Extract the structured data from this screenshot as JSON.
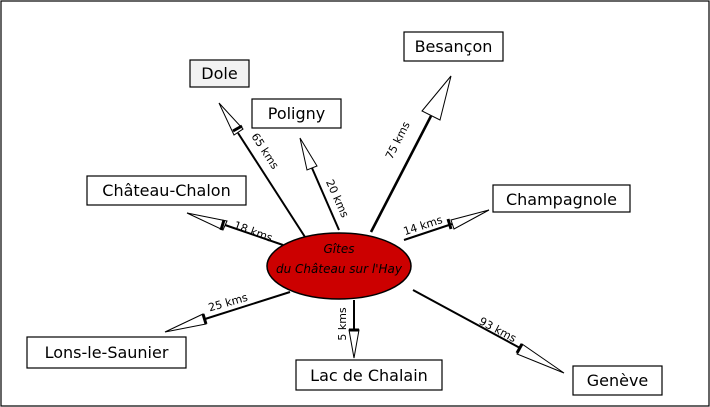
{
  "center": {
    "line1": "Gîtes",
    "line2": "du Château sur l'Hay",
    "color": "#cc0000"
  },
  "destinations": [
    {
      "key": "besancon",
      "label": "Besançon",
      "distance": "75 kms"
    },
    {
      "key": "dole",
      "label": "Dole",
      "distance": "65 kms"
    },
    {
      "key": "poligny",
      "label": "Poligny",
      "distance": "20 kms"
    },
    {
      "key": "chateau-chalon",
      "label": "Château-Chalon",
      "distance": "18 kms"
    },
    {
      "key": "champagnole",
      "label": "Champagnole",
      "distance": "14 kms"
    },
    {
      "key": "lons-le-saunier",
      "label": "Lons-le-Saunier",
      "distance": "25 kms"
    },
    {
      "key": "lac-de-chalain",
      "label": "Lac de Chalain",
      "distance": "5 kms"
    },
    {
      "key": "geneve",
      "label": "Genève",
      "distance": "93 kms"
    }
  ]
}
